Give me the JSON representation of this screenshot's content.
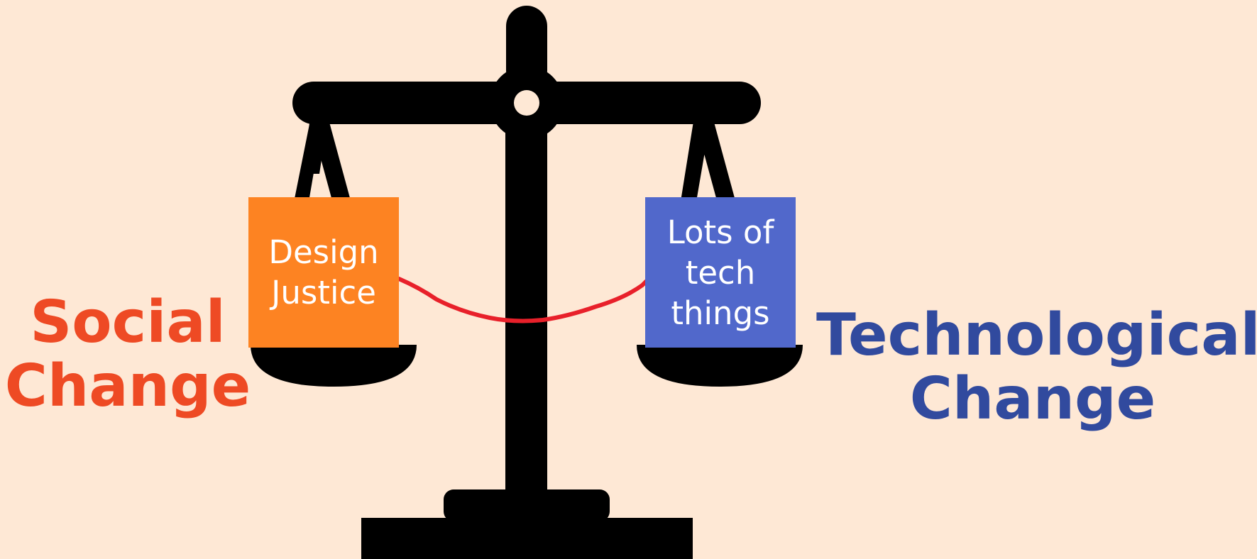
{
  "left_side": {
    "label_line1": "Social",
    "label_line2": "Change",
    "color": "#ee4a24",
    "box": {
      "line1": "Design",
      "line2": "Justice",
      "color": "#fd8322"
    }
  },
  "right_side": {
    "label_line1": "Technological",
    "label_line2": "Change",
    "color": "#314a9e",
    "box": {
      "line1": "Lots of",
      "line2": "tech",
      "line3": "things",
      "color": "#5168cb"
    }
  },
  "balance_scale": {
    "color": "#000000",
    "connector_color": "#e8202a"
  },
  "background": "#fee8d5"
}
